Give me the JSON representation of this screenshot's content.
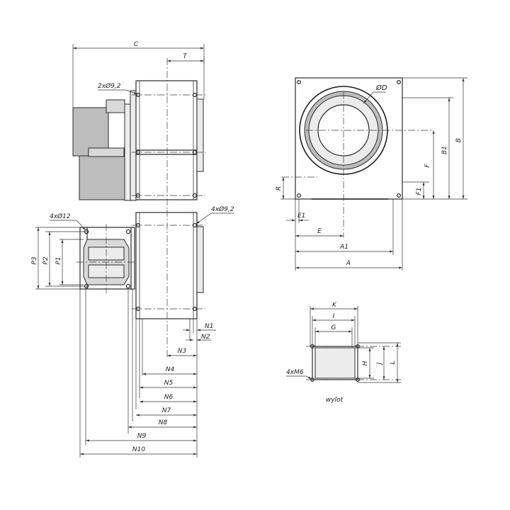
{
  "labels": {
    "C": "C",
    "T": "T",
    "hole_top": "2xØ9,2",
    "hole_left": "4xØ12",
    "hole_mid": "4xØ9,2",
    "P1": "P1",
    "P2": "P2",
    "P3": "P3",
    "N1": "N1",
    "N2": "N2",
    "N3": "N3",
    "N4": "N4",
    "N5": "N5",
    "N6": "N6",
    "N7": "N7",
    "N8": "N8",
    "N9": "N9",
    "N10": "N10",
    "OD": "ØD",
    "B": "B",
    "B1": "B1",
    "F": "F",
    "F1": "F1",
    "R": "R",
    "E1": "E1",
    "E": "E",
    "A1": "A1",
    "A": "A",
    "K": "K",
    "I": "I",
    "G": "G",
    "H": "H",
    "J": "J",
    "L": "L",
    "M6": "4xM6",
    "wylot": "wylot"
  }
}
